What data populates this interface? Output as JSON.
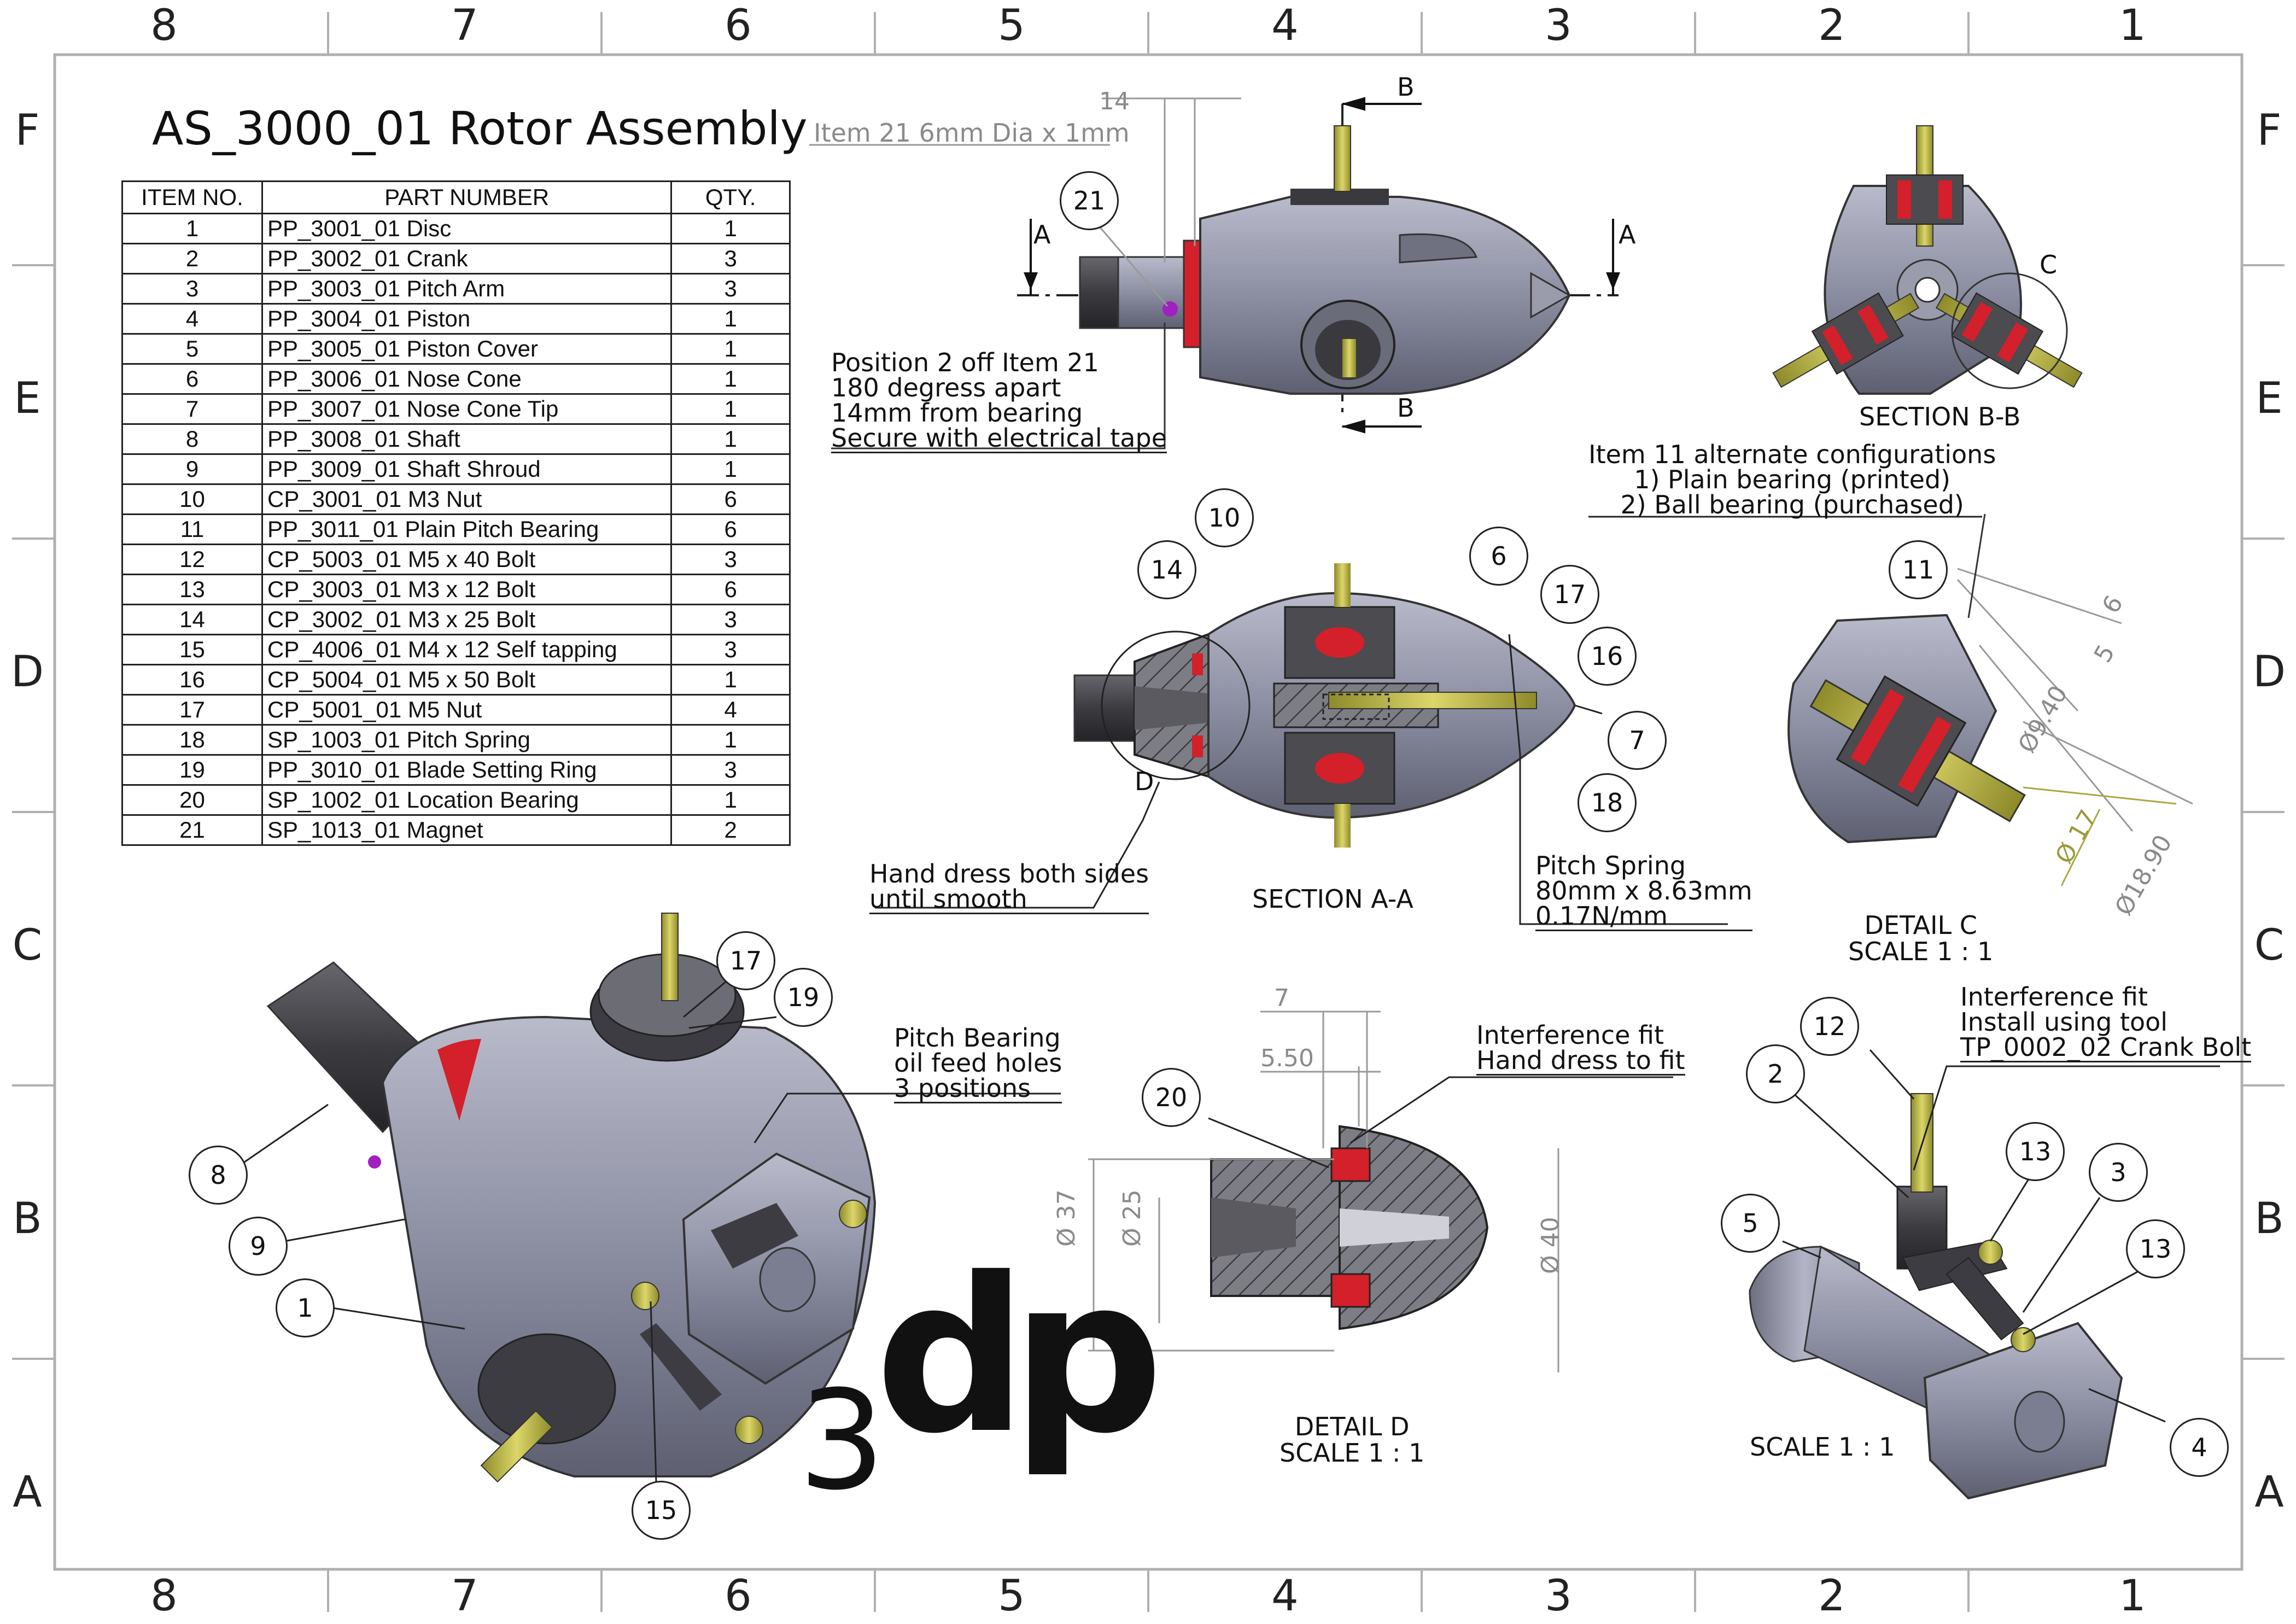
{
  "drawing": {
    "title": "AS_3000_01 Rotor Assembly",
    "zones_columns": [
      "8",
      "7",
      "6",
      "5",
      "4",
      "3",
      "2",
      "1"
    ],
    "zones_rows": [
      "F",
      "E",
      "D",
      "C",
      "B",
      "A"
    ]
  },
  "bom": {
    "headers": {
      "item": "ITEM NO.",
      "part": "PART NUMBER",
      "qty": "QTY."
    },
    "rows": [
      {
        "item": "1",
        "part": "PP_3001_01 Disc",
        "qty": "1"
      },
      {
        "item": "2",
        "part": "PP_3002_01 Crank",
        "qty": "3"
      },
      {
        "item": "3",
        "part": "PP_3003_01 Pitch Arm",
        "qty": "3"
      },
      {
        "item": "4",
        "part": "PP_3004_01 Piston",
        "qty": "1"
      },
      {
        "item": "5",
        "part": "PP_3005_01 Piston Cover",
        "qty": "1"
      },
      {
        "item": "6",
        "part": "PP_3006_01 Nose Cone",
        "qty": "1"
      },
      {
        "item": "7",
        "part": "PP_3007_01 Nose Cone Tip",
        "qty": "1"
      },
      {
        "item": "8",
        "part": "PP_3008_01 Shaft",
        "qty": "1"
      },
      {
        "item": "9",
        "part": "PP_3009_01 Shaft Shroud",
        "qty": "1"
      },
      {
        "item": "10",
        "part": "CP_3001_01 M3 Nut",
        "qty": "6"
      },
      {
        "item": "11",
        "part": "PP_3011_01 Plain Pitch Bearing",
        "qty": "6"
      },
      {
        "item": "12",
        "part": "CP_5003_01 M5 x 40 Bolt",
        "qty": "3"
      },
      {
        "item": "13",
        "part": "CP_3003_01 M3 x 12 Bolt",
        "qty": "6"
      },
      {
        "item": "14",
        "part": "CP_3002_01 M3 x 25 Bolt",
        "qty": "3"
      },
      {
        "item": "15",
        "part": "CP_4006_01 M4 x 12 Self tapping",
        "qty": "3"
      },
      {
        "item": "16",
        "part": "CP_5004_01 M5 x 50 Bolt",
        "qty": "1"
      },
      {
        "item": "17",
        "part": "CP_5001_01 M5 Nut",
        "qty": "4"
      },
      {
        "item": "18",
        "part": "SP_1003_01 Pitch Spring",
        "qty": "1"
      },
      {
        "item": "19",
        "part": "PP_3010_01 Blade Setting Ring",
        "qty": "3"
      },
      {
        "item": "20",
        "part": "SP_1002_01 Location Bearing",
        "qty": "1"
      },
      {
        "item": "21",
        "part": "SP_1013_01 Magnet",
        "qty": "2"
      }
    ]
  },
  "notes": {
    "item21": "Item 21 6mm Dia x 1mm",
    "dim_14": "14",
    "position": [
      "Position 2 off Item 21",
      "180 degress apart",
      "14mm from bearing",
      "Secure with electrical tape"
    ],
    "alt_config": [
      "Item 11 alternate configurations",
      "1) Plain bearing (printed)",
      "2) Ball bearing (purchased)"
    ],
    "hand_dress": [
      "Hand dress both sides",
      "until smooth"
    ],
    "pitch_spring": [
      "Pitch Spring",
      "80mm x 8.63mm",
      "0.17N/mm"
    ],
    "oil_feed": [
      "Pitch Bearing",
      "oil feed holes",
      "3 positions"
    ],
    "interference_d": [
      "Interference fit",
      "Hand dress to fit"
    ],
    "interference_crank": [
      "Interference fit",
      "Install using tool",
      "TP_0002_02 Crank Bolt"
    ]
  },
  "views": {
    "section_aa": "SECTION A-A",
    "section_bb": "SECTION B-B",
    "detail_c": [
      "DETAIL C",
      "SCALE 1 : 1"
    ],
    "detail_d": [
      "DETAIL D",
      "SCALE 1 : 1"
    ],
    "scale_crank": "SCALE 1 : 1",
    "cut_a": "A",
    "cut_b": "B",
    "detail_c_letter": "C",
    "detail_d_letter": "D"
  },
  "dimensions": {
    "d_7": "7",
    "d_5_50": "5.50",
    "d_37": "Ø 37",
    "d_25": "Ø 25",
    "d_40": "Ø 40",
    "c_6": "6",
    "c_5": "5",
    "c_9_40": "Ø9.40",
    "c_17": "Ø 17",
    "c_18_90": "Ø18.90"
  },
  "balloons": {
    "b21": "21",
    "b10": "10",
    "b14": "14",
    "b6": "6",
    "b17a": "17",
    "b16": "16",
    "b7": "7",
    "b18": "18",
    "b11": "11",
    "b17b": "17",
    "b19": "19",
    "b8": "8",
    "b9": "9",
    "b1": "1",
    "b15": "15",
    "b20": "20",
    "b12": "12",
    "b2": "2",
    "b13a": "13",
    "b3": "3",
    "b5": "5",
    "b13b": "13",
    "b4": "4"
  },
  "logo": {
    "digit": "3",
    "letters": "dp"
  },
  "colors": {
    "part_grey": "#8e90a4",
    "red": "#d3202a",
    "brass": "#b8b23a",
    "dark": "#3a3a3e"
  }
}
